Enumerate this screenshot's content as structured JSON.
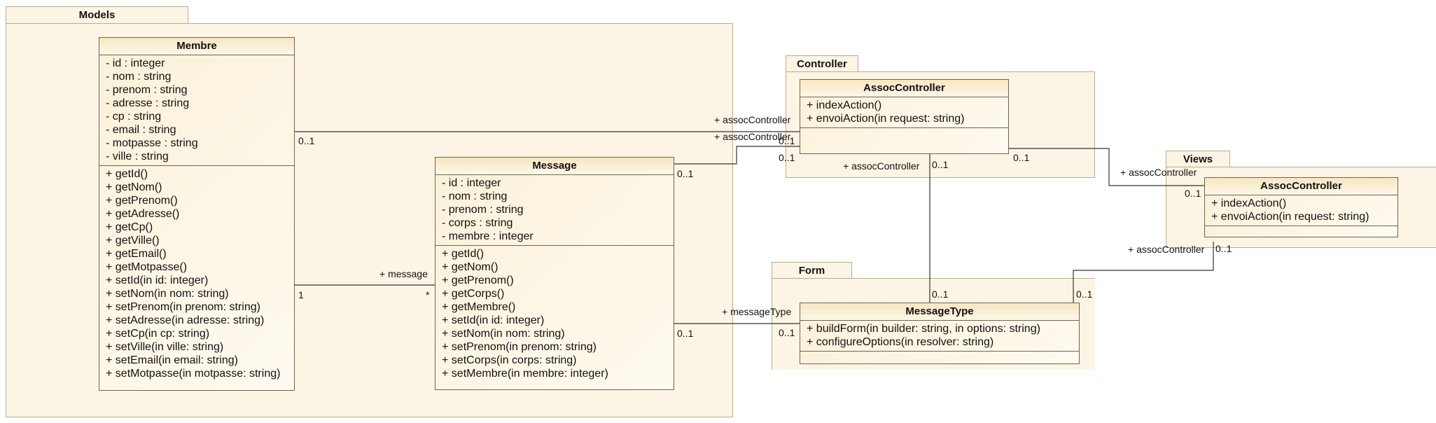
{
  "packages": {
    "models": "Models",
    "controller": "Controller",
    "views": "Views",
    "form": "Form"
  },
  "classes": {
    "membre": {
      "name": "Membre",
      "attributes": [
        "- id : integer",
        "- nom : string",
        "- prenom : string",
        "- adresse : string",
        "- cp : string",
        "- email : string",
        "- motpasse : string",
        "- ville : string"
      ],
      "operations": [
        "+ getId()",
        "+ getNom()",
        "+ getPrenom()",
        "+ getAdresse()",
        "+ getCp()",
        "+ getVille()",
        "+ getEmail()",
        "+ getMotpasse()",
        "+ setId(in id: integer)",
        "+ setNom(in nom: string)",
        "+ setPrenom(in prenom: string)",
        "+ setAdresse(in adresse: string)",
        "+ setCp(in cp: string)",
        "+ setVille(in ville: string)",
        "+ setEmail(in email: string)",
        "+ setMotpasse(in motpasse: string)"
      ]
    },
    "message": {
      "name": "Message",
      "attributes": [
        "- id : integer",
        "- nom : string",
        "- prenom : string",
        "- corps : string",
        "- membre : integer"
      ],
      "operations": [
        "+ getId()",
        "+ getNom()",
        "+ getPrenom()",
        "+ getCorps()",
        "+ getMembre()",
        "+ setId(in id: integer)",
        "+ setNom(in nom: string)",
        "+ setPrenom(in prenom: string)",
        "+ setCorps(in corps: string)",
        "+ setMembre(in membre: integer)"
      ]
    },
    "assoc_controller": {
      "name": "AssocController",
      "attributes": [],
      "operations": [
        "+ indexAction()",
        "+ envoiAction(in request: string)"
      ]
    },
    "assoc_controller_view": {
      "name": "AssocController",
      "attributes": [],
      "operations": [
        "+ indexAction()",
        "+ envoiAction(in request: string)"
      ]
    },
    "message_type": {
      "name": "MessageType",
      "attributes": [],
      "operations": [
        "+ buildForm(in builder: string, in options: string)",
        "+ configureOptions(in resolver: string)"
      ]
    }
  },
  "labels": {
    "membre_controller_mult_left": "0..1",
    "membre_controller_role": "+ assocController",
    "message_controller_role": "+ assocController",
    "controller_mult_top": "0..1",
    "message_controller_mult": "0..1",
    "controller_mult_bottom": "0..1",
    "membre_message_mult": "1",
    "membre_message_role": "+ message",
    "membre_message_star": "*",
    "controller_form_role": "+ assocController",
    "controller_form_mult": "0..1",
    "controller_views_mult": "0..1",
    "views_role": "+ assocController",
    "views_mult": "0..1",
    "form_views_role": "+ assocController",
    "form_views_mult_top": "0..1",
    "form_views_mult_right": "0..1",
    "form_controller_mult": "0..1",
    "message_form_mult": "0..1",
    "message_form_role": "+ messageType",
    "form_message_mult": "0..1"
  }
}
